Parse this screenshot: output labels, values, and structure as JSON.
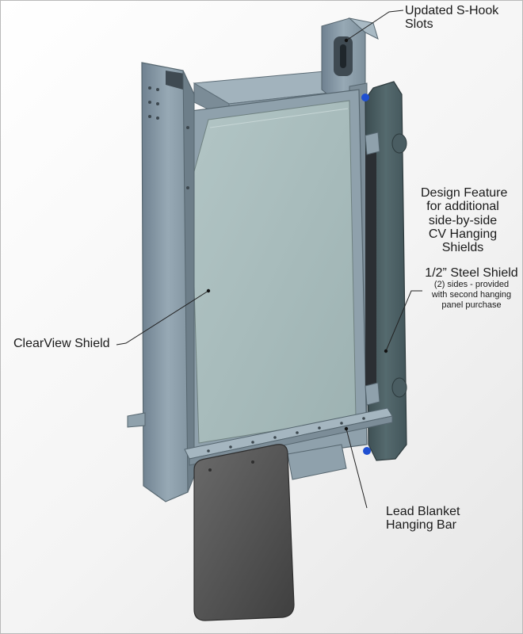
{
  "labels": {
    "s_hook_line1": "Updated S-Hook",
    "s_hook_line2": "Slots",
    "design_line1": "Design Feature",
    "design_line2": "for additional",
    "design_line3": "side-by-side",
    "design_line4": "CV Hanging",
    "design_line5": "Shields",
    "steel_title": "1/2” Steel Shield",
    "steel_line1": "(2) sides - provided",
    "steel_line2": "with second hanging",
    "steel_line3": "panel purchase",
    "clearview": "ClearView Shield",
    "lead_line1": "Lead Blanket",
    "lead_line2": "Hanging Bar"
  },
  "colors": {
    "frame": "#8d9faa",
    "frame_dark": "#6a7b86",
    "frame_light": "#b0c0c9",
    "glass": "#a8bcbc",
    "steel_shield": "#4c5f63",
    "steel_shield_dark": "#37474a",
    "lead_blanket": "#545454",
    "bolt_blue": "#1f4fd1"
  }
}
